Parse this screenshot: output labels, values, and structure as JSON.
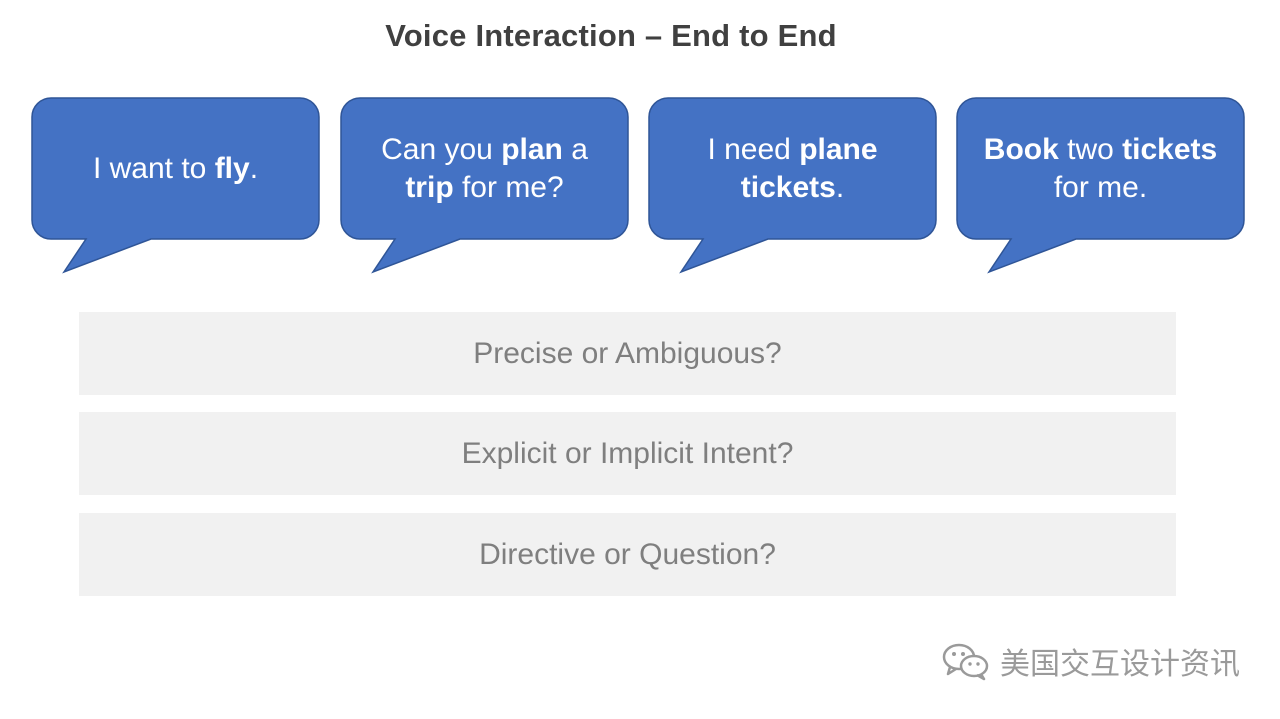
{
  "title": "Voice Interaction – End to End",
  "bubbles": [
    {
      "parts": [
        {
          "text": "I want to ",
          "bold": false
        },
        {
          "text": "fly",
          "bold": true
        },
        {
          "text": ".",
          "bold": false
        }
      ]
    },
    {
      "parts": [
        {
          "text": "Can you ",
          "bold": false
        },
        {
          "text": "plan",
          "bold": true
        },
        {
          "text": " a ",
          "bold": false
        },
        {
          "text": "trip",
          "bold": true
        },
        {
          "text": " for me?",
          "bold": false
        }
      ]
    },
    {
      "parts": [
        {
          "text": "I need ",
          "bold": false
        },
        {
          "text": "plane tickets",
          "bold": true
        },
        {
          "text": ".",
          "bold": false
        }
      ]
    },
    {
      "parts": [
        {
          "text": "Book",
          "bold": true
        },
        {
          "text": " two ",
          "bold": false
        },
        {
          "text": "tickets",
          "bold": true
        },
        {
          "text": " for me.",
          "bold": false
        }
      ]
    }
  ],
  "bars": [
    "Precise or Ambiguous?",
    "Explicit or Implicit Intent?",
    "Directive or Question?"
  ],
  "watermark": {
    "icon": "wechat-icon",
    "text": "美国交互设计资讯"
  },
  "colors": {
    "bubble_fill": "#4472c4",
    "bubble_stroke": "#2f5597",
    "bar_fill": "#f1f1f1",
    "bar_text": "#7f7f7f",
    "title_text": "#404040"
  }
}
